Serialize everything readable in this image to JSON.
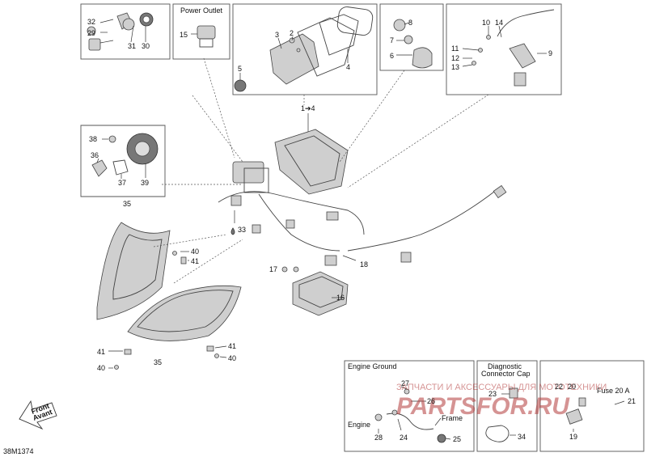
{
  "callouts": {
    "c1to4": "1➔4",
    "n2": "2",
    "n3": "3",
    "n4": "4",
    "n5": "5",
    "n6": "6",
    "n7": "7",
    "n8": "8",
    "n9": "9",
    "n10": "10",
    "n11": "11",
    "n12": "12",
    "n13": "13",
    "n14": "14",
    "n15": "15",
    "n16": "16",
    "n17": "17",
    "n18": "18",
    "n19": "19",
    "n20": "20",
    "n21": "21",
    "n22": "22",
    "n23": "23",
    "n24": "24",
    "n25": "25",
    "n26": "26",
    "n27": "27",
    "n28": "28",
    "n29": "29",
    "n30": "30",
    "n31": "31",
    "n32": "32",
    "n33": "33",
    "n34": "34",
    "n35a": "35",
    "n35b": "35",
    "n36": "36",
    "n37": "37",
    "n38": "38",
    "n39": "39",
    "n40a": "40",
    "n40b": "40",
    "n40c": "40",
    "n41a": "41",
    "n41b": "41",
    "n41c": "41"
  },
  "boxes": {
    "power_outlet": "Power Outlet",
    "engine_ground": "Engine Ground",
    "diagnostic_line1": "Diagnostic",
    "diagnostic_line2": "Connector Cap",
    "fuse": "Fuse 20 A"
  },
  "labels": {
    "engine": "Engine",
    "frame": "Frame",
    "front": "Front",
    "avant": "Avant",
    "drawing_code": "38M1374"
  },
  "watermark": {
    "text": "ЗАПЧАСТИ И АКСЕССУАРЫ ДЛЯ МОТОТЕХНИКИ",
    "logo": "PARTSFOR.RU"
  }
}
